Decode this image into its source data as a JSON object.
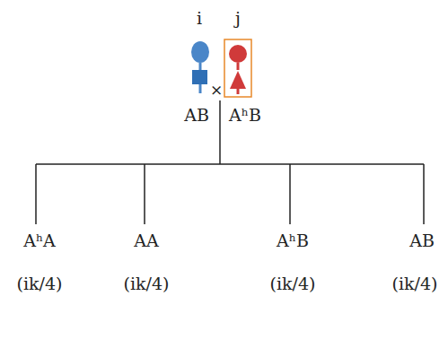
{
  "diagram": {
    "labels": [
      "i",
      "j",
      "×",
      "AB",
      "AʰB",
      "AʰA",
      "AA",
      "AʰB",
      "AB",
      "(ik/4)",
      "(ik/4)",
      "(ik/4)",
      "(ik/4)"
    ]
  }
}
